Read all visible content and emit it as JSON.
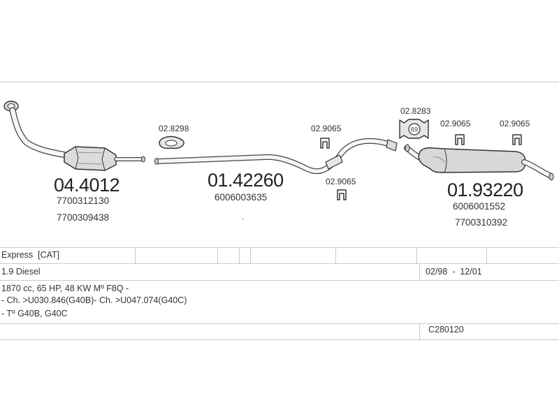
{
  "parts": {
    "catalyst": {
      "number": "04.4012",
      "oem": [
        "7700312130",
        "7700309438"
      ]
    },
    "gasket": {
      "number": "02.8298"
    },
    "mid_pipe": {
      "number": "01.42260",
      "oem": [
        "6006003635"
      ]
    },
    "hanger_a": {
      "number": "02.9065"
    },
    "hanger_b": {
      "number": "02.9065"
    },
    "clamp": {
      "number": "02.8283",
      "badge": "69"
    },
    "hanger_c": {
      "number": "02.9065"
    },
    "hanger_d": {
      "number": "02.9065"
    },
    "rear_silencer": {
      "number": "01.93220",
      "oem": [
        "6006001552",
        "7700310392"
      ]
    }
  },
  "table": {
    "model": "Express  [CAT]",
    "engine": "1.9 Diesel",
    "years": "02/98  -  12/01",
    "spec": "1870 cc, 65 HP, 48 KW  Mº F8Q -",
    "chassis": "- Ch. >U030.846(G40B)- Ch. >U047.074(G40C)",
    "type": "- Tº G40B, G40C",
    "code": "C280120"
  }
}
